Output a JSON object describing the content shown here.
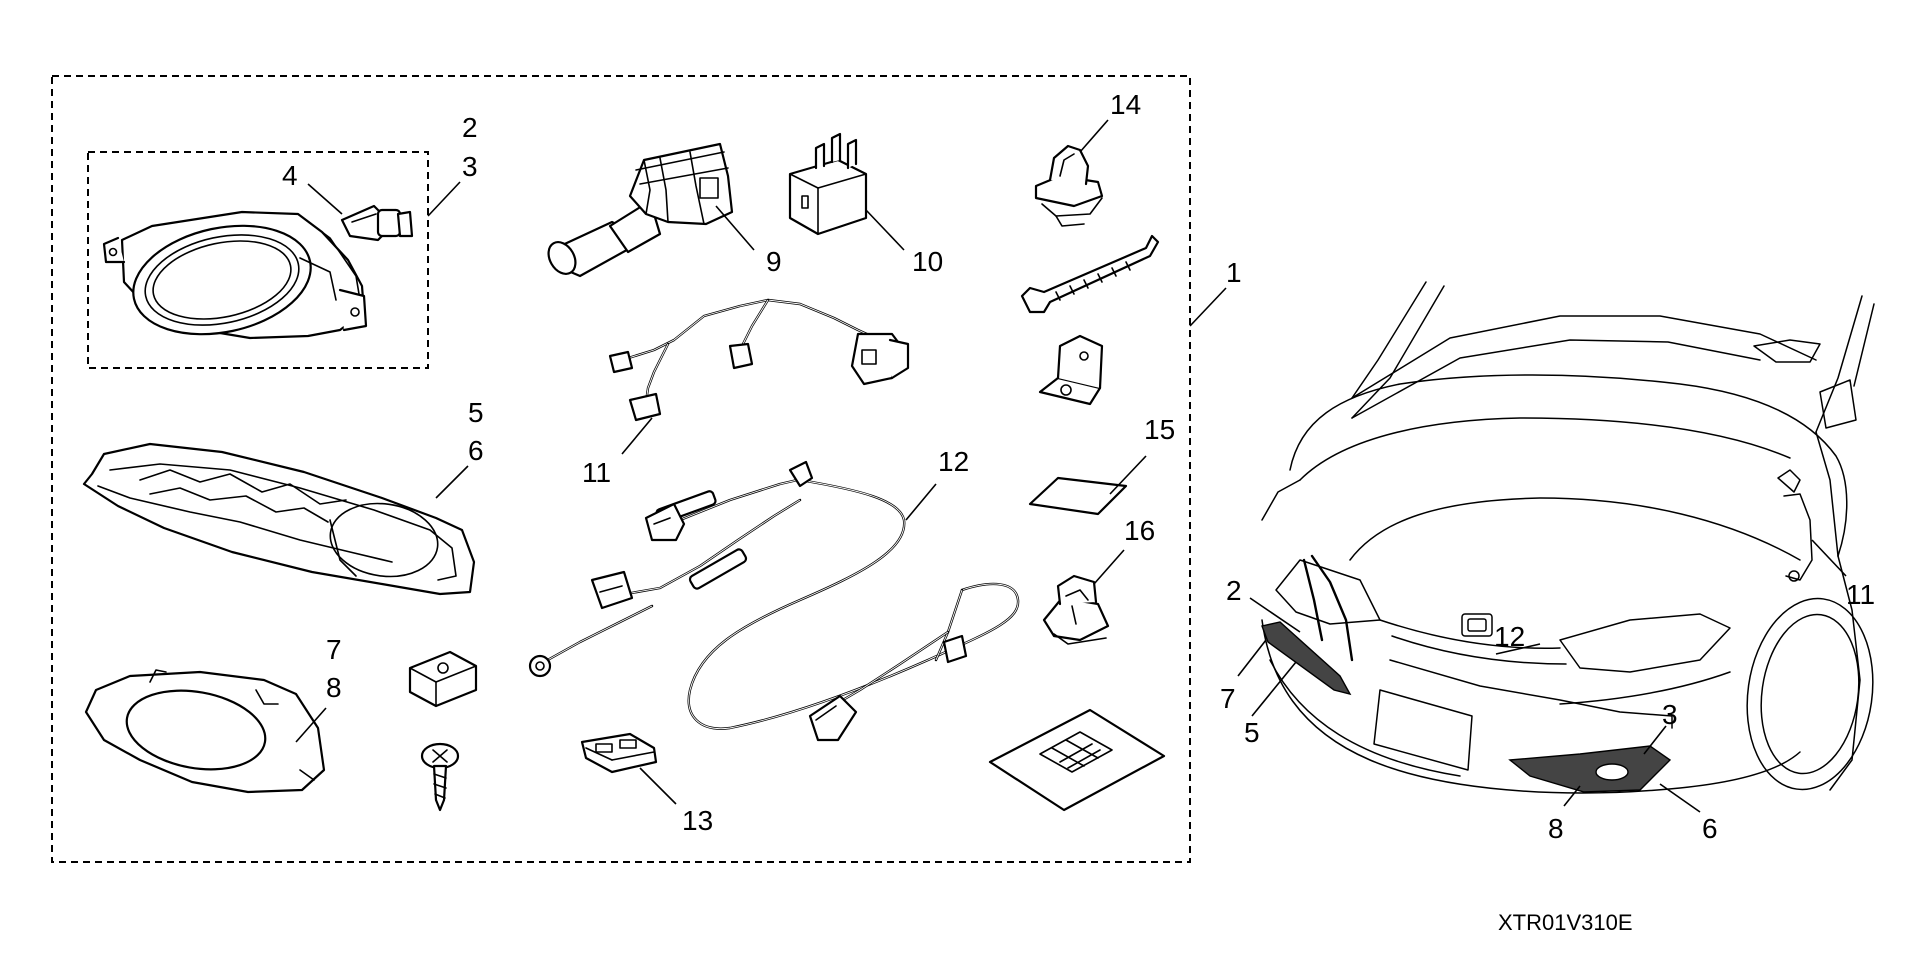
{
  "diagram": {
    "reference_code": "XTR01V310E",
    "callouts": {
      "c1": "1",
      "c2": "2",
      "c3": "3",
      "c4": "4",
      "c5": "5",
      "c6": "6",
      "c7": "7",
      "c8": "8",
      "c9": "9",
      "c10": "10",
      "c11": "11",
      "c12": "12",
      "c13": "13",
      "c14": "14",
      "c15": "15",
      "c16": "16"
    },
    "vehicle_callouts": {
      "v2": "2",
      "v3": "3",
      "v5": "5",
      "v6": "6",
      "v7": "7",
      "v8": "8",
      "v11": "11",
      "v12": "12"
    }
  }
}
